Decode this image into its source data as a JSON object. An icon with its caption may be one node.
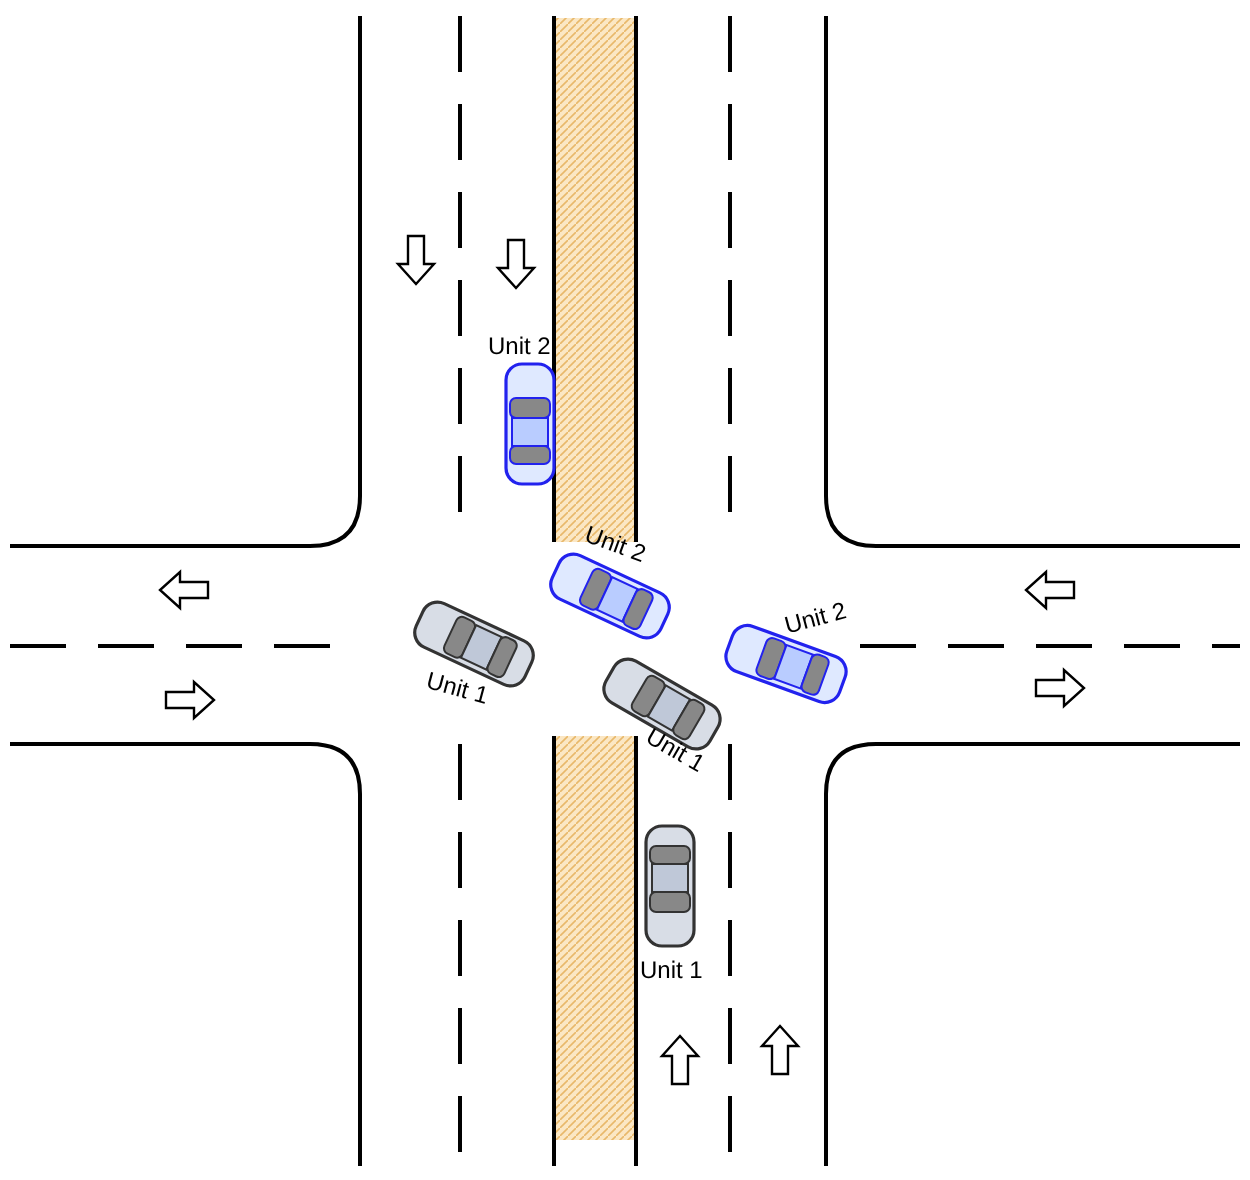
{
  "diagram": {
    "labels": [
      "Unit 2",
      "Unit 2",
      "Unit 2",
      "Unit 1",
      "Unit 1",
      "Unit 1"
    ]
  }
}
